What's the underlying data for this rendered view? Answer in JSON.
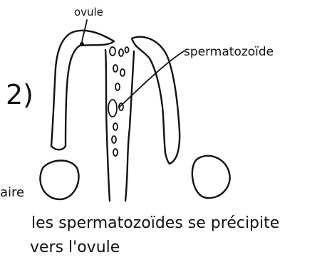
{
  "figure": {
    "number_label": "2)",
    "labels": {
      "ovule": "ovule",
      "spermatozoide": "spermatozoïde",
      "ovaire": "aire"
    },
    "caption_line1": "les spermatozoïdes se précipite",
    "caption_line2": "vers l'ovule"
  }
}
